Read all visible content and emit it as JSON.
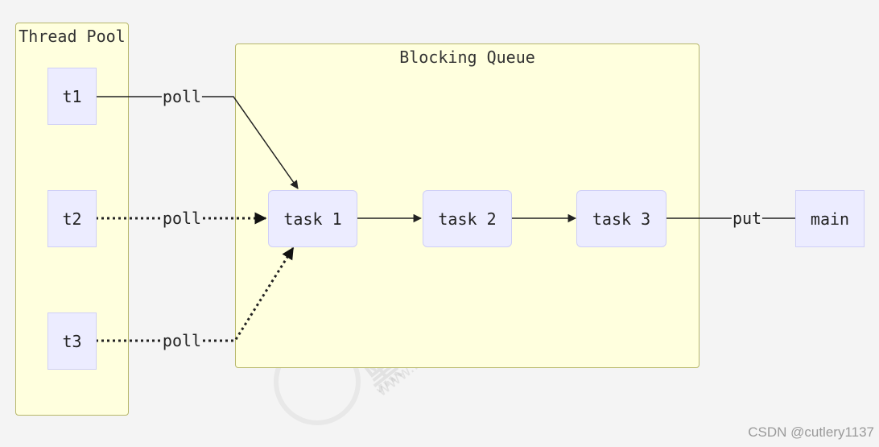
{
  "clusters": {
    "thread_pool": {
      "title": "Thread Pool"
    },
    "blocking_queue": {
      "title": "Blocking Queue"
    }
  },
  "nodes": {
    "t1": "t1",
    "t2": "t2",
    "t3": "t3",
    "task1": "task 1",
    "task2": "task 2",
    "task3": "task 3",
    "main": "main"
  },
  "edges": {
    "t1_poll": "poll",
    "t2_poll": "poll",
    "t3_poll": "poll",
    "main_put": "put"
  },
  "watermark": {
    "brand": "黑马程序员",
    "site": "www.itheima.com"
  },
  "credit": "CSDN @cutlery1137",
  "colors": {
    "cluster_fill": "#ffffde",
    "cluster_border": "#b7b76a",
    "node_fill": "#ececff",
    "node_border": "#cfcff7",
    "edge": "#222222"
  }
}
